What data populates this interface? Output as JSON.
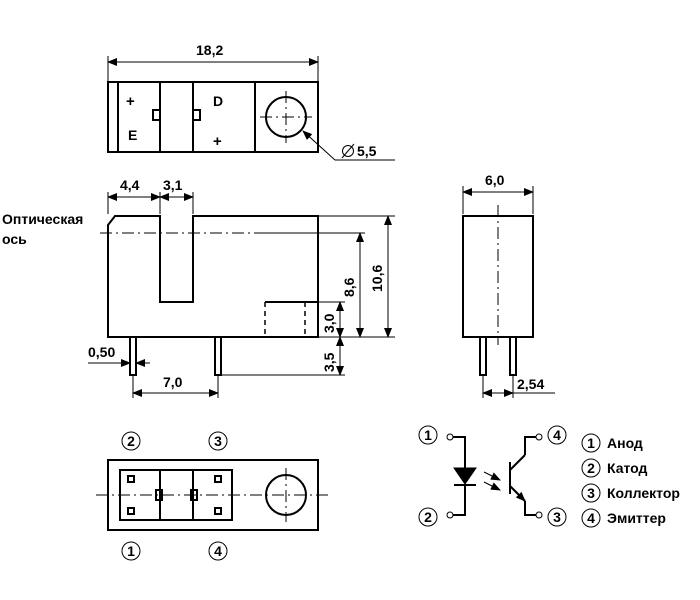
{
  "top_view": {
    "width_dim": "18,2",
    "label_plus": "+",
    "label_e": "E",
    "label_d": "D",
    "hole_dim": "5,5"
  },
  "front_view": {
    "dim_4_4": "4,4",
    "dim_3_1": "3,1",
    "dim_8_6": "8,6",
    "dim_10_6": "10,6",
    "dim_3_0": "3,0",
    "dim_3_5": "3,5",
    "dim_0_50": "0,50",
    "dim_7_0": "7,0",
    "optical_axis_line1": "Оптическая",
    "optical_axis_line2": "ось"
  },
  "side_view": {
    "dim_6_0": "6,0",
    "dim_2_54": "2,54"
  },
  "bottom_view": {
    "pin_top_left": "2",
    "pin_top_right": "3",
    "pin_bottom_left": "1",
    "pin_bottom_right": "4"
  },
  "schematic": {
    "pin_anode": "1",
    "pin_cathode": "2",
    "pin_collector": "4",
    "pin_emitter": "3"
  },
  "legend": [
    {
      "num": "1",
      "label": "Анод"
    },
    {
      "num": "2",
      "label": "Катод"
    },
    {
      "num": "3",
      "label": "Коллектор"
    },
    {
      "num": "4",
      "label": "Эмиттер"
    }
  ]
}
